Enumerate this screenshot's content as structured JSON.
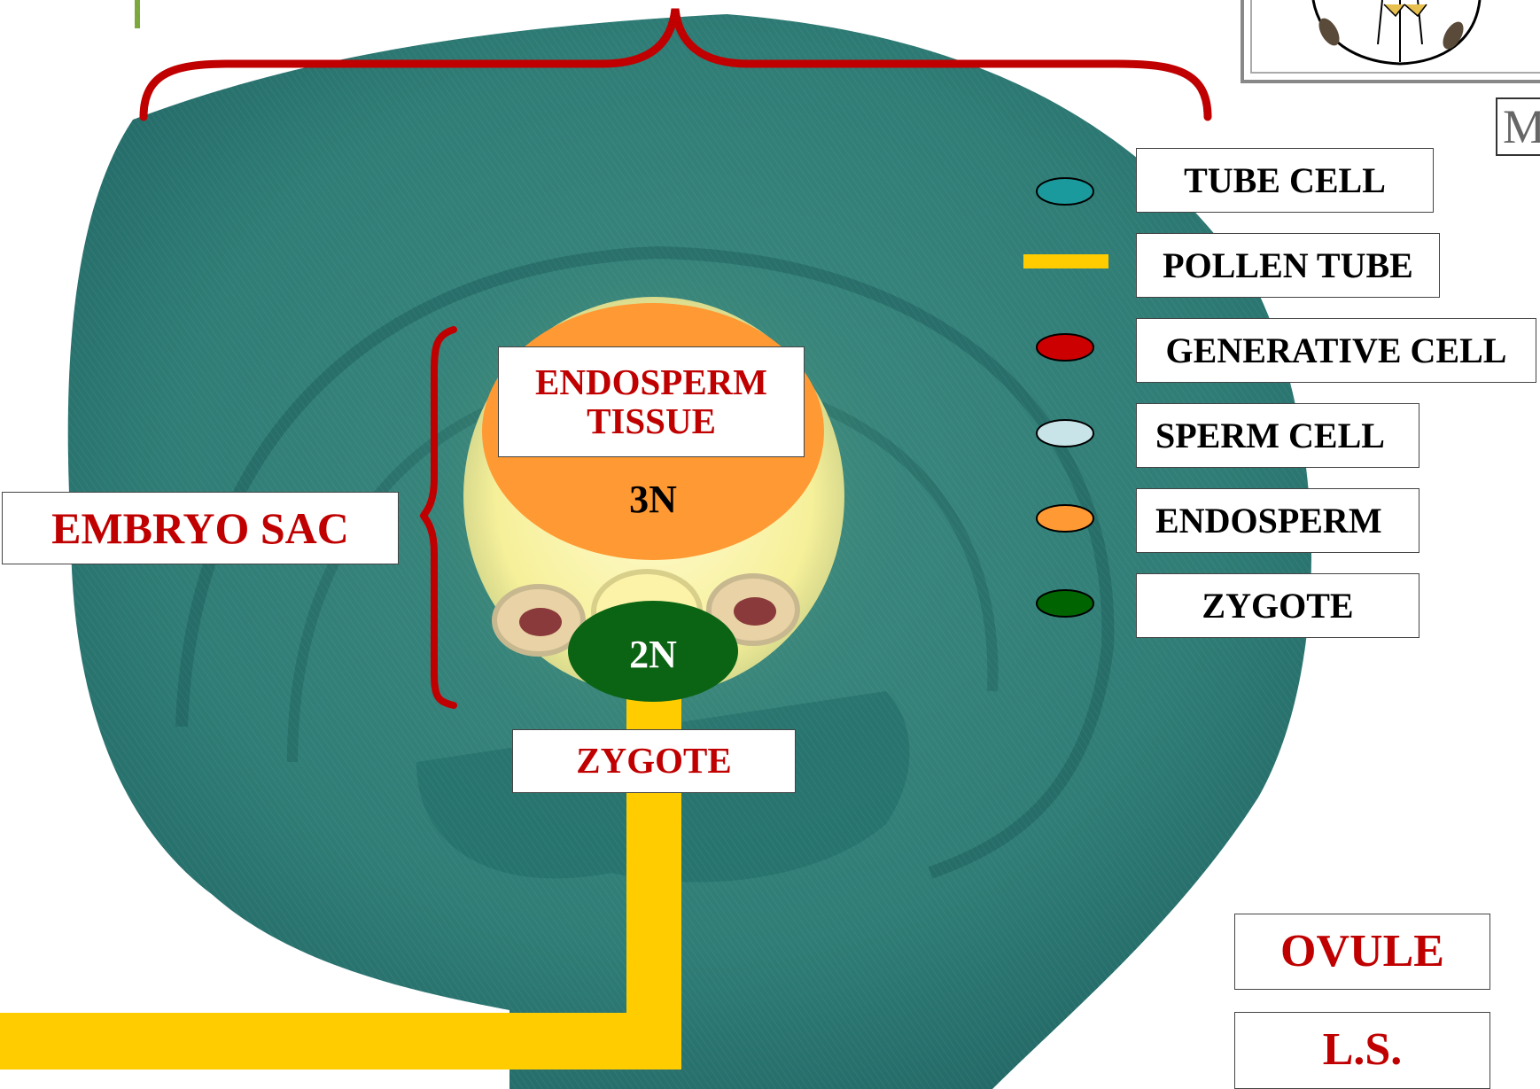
{
  "diagram": {
    "labels": {
      "embryo_sac": "EMBRYO SAC",
      "endosperm_tissue_line1": "ENDOSPERM",
      "endosperm_tissue_line2": "TISSUE",
      "endosperm_ploidy": "3N",
      "zygote_ploidy": "2N",
      "zygote": "ZYGOTE",
      "ovule": "OVULE",
      "ls": "L.S.",
      "corner_fragment": "M"
    },
    "legend": [
      {
        "label": "TUBE CELL",
        "symbol": "ellipse",
        "color": "#1a9a9c"
      },
      {
        "label": "POLLEN TUBE",
        "symbol": "bar",
        "color": "#ffcc00"
      },
      {
        "label": "GENERATIVE CELL",
        "symbol": "ellipse",
        "color": "#cc0000"
      },
      {
        "label": "SPERM CELL",
        "symbol": "ellipse",
        "color": "#c8e4e8"
      },
      {
        "label": "ENDOSPERM",
        "symbol": "ellipse",
        "color": "#ff9933"
      },
      {
        "label": "ZYGOTE",
        "symbol": "ellipse",
        "color": "#006400"
      }
    ],
    "colors": {
      "ovule_tissue": "#2f7f78",
      "embryo_sac_fill": "#fdf6a8",
      "endosperm": "#ff9933",
      "zygote": "#0b6413",
      "pollen_tube": "#ffcc00",
      "bracket": "#c00000"
    }
  }
}
